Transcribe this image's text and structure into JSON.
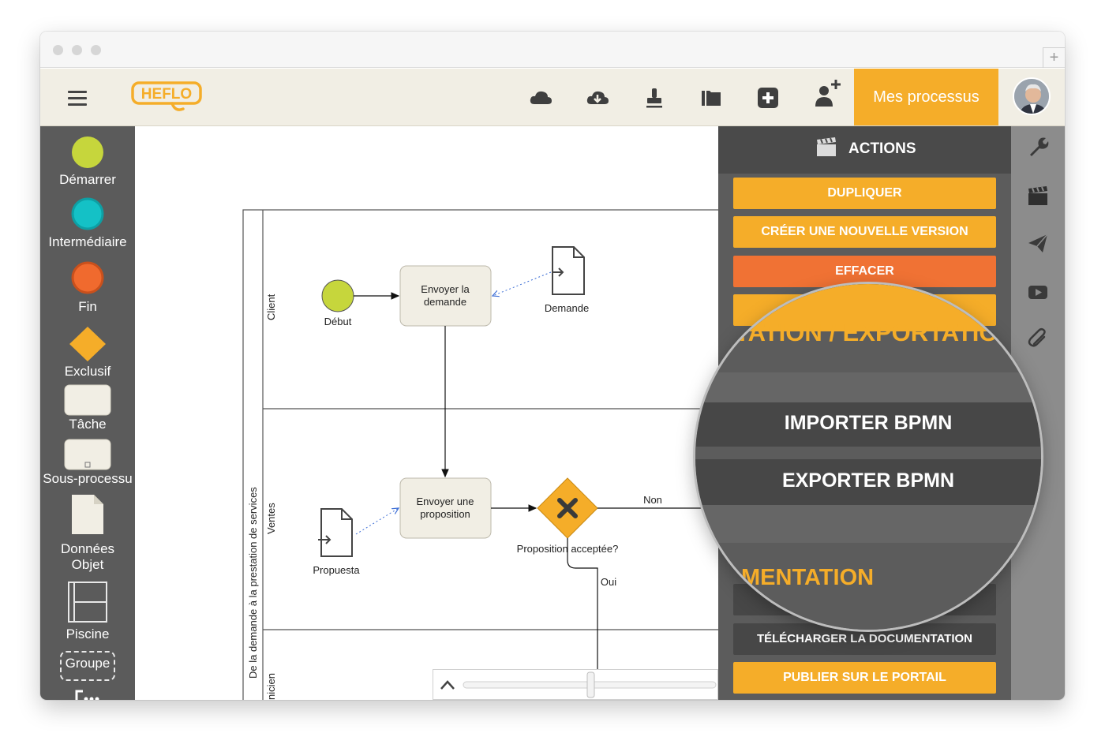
{
  "app": {
    "logo_text": "HEFLO",
    "mes_processus_label": "Mes processus",
    "toolbar_icons": [
      "cloud-icon",
      "cloud-download-icon",
      "stamp-icon",
      "folder-icon",
      "add-square-icon",
      "add-user-icon"
    ]
  },
  "palette": {
    "items": [
      {
        "label": "Démarrer",
        "shape": "start-event",
        "color": "#c6d63c"
      },
      {
        "label": "Intermédiaire",
        "shape": "intermediate-event",
        "color": "#14c1c6"
      },
      {
        "label": "Fin",
        "shape": "end-event",
        "color": "#f06a2e"
      },
      {
        "label": "Exclusif",
        "shape": "exclusive-gateway",
        "color": "#f5ad29"
      },
      {
        "label": "Tâche",
        "shape": "task"
      },
      {
        "label": "Sous-processu",
        "shape": "sub-process"
      },
      {
        "label": "Données\nObjet",
        "shape": "data-object"
      },
      {
        "label": "Piscine",
        "shape": "pool"
      },
      {
        "label": "Groupe",
        "shape": "group"
      }
    ]
  },
  "diagram": {
    "pool_label": "De la demande à la prestation de services",
    "lanes": [
      "Client",
      "Ventes",
      "nicien"
    ],
    "start_label": "Début",
    "task1_label": [
      "Envoyer la",
      "demande"
    ],
    "data1_label": "Demande",
    "task2_label": [
      "Envoyer une",
      "proposition"
    ],
    "data2_label": "Propuesta",
    "gateway_label": "Proposition acceptée?",
    "flow_no": "Non",
    "flow_yes": "Oui"
  },
  "actions": {
    "title": "ACTIONS",
    "buttons": [
      {
        "label": "DUPLIQUER",
        "color": "#f5ad29"
      },
      {
        "label": "CRÉER UNE NOUVELLE VERSION",
        "color": "#f5ad29"
      },
      {
        "label": "EFFACER",
        "color": "#f07234"
      },
      {
        "label": "",
        "color": "#f5ad29"
      },
      {
        "label": "",
        "color": "#474747"
      },
      {
        "label": "TÉLÉCHARGER LA DOCUMENTATION",
        "color": "#474747"
      },
      {
        "label": "PUBLIER SUR LE PORTAIL",
        "color": "#f5ad29"
      }
    ]
  },
  "magnifier": {
    "import_export_heading": "TATION / EXPORTATIO",
    "import_bpmn": "IMPORTER BPMN",
    "export_bpmn": "EXPORTER BPMN",
    "documentation_heading": "MENTATION"
  },
  "right_sidebar_icons": [
    "wrench-icon",
    "clapperboard-icon",
    "paper-plane-icon",
    "youtube-icon",
    "paperclip-icon"
  ]
}
